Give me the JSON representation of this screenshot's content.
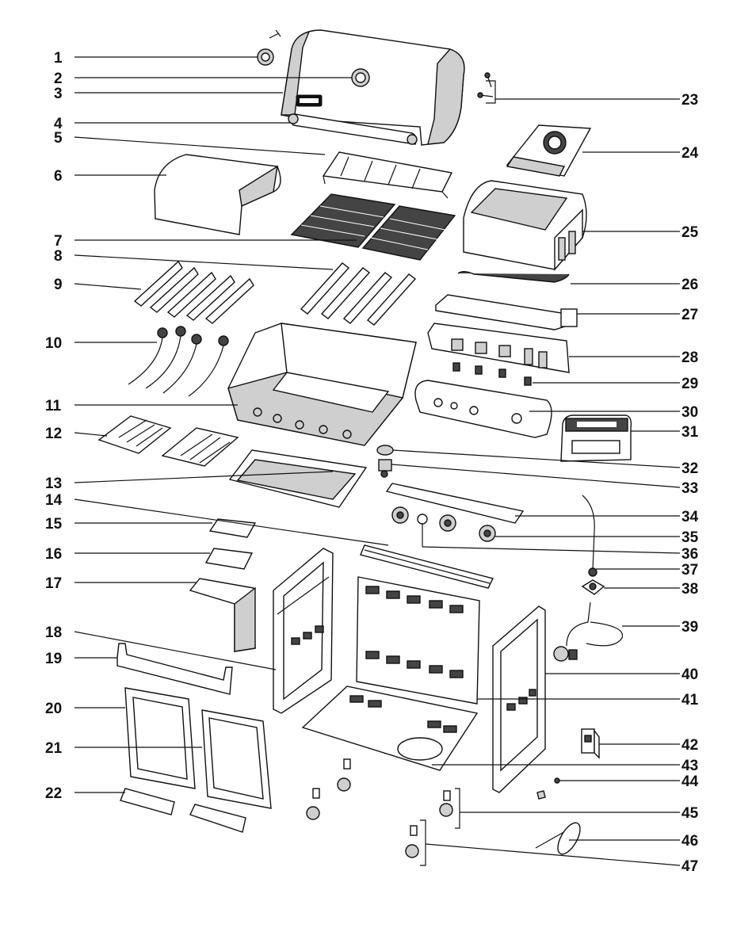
{
  "callouts": [
    {
      "id": "1"
    },
    {
      "id": "2"
    },
    {
      "id": "3"
    },
    {
      "id": "4"
    },
    {
      "id": "5"
    },
    {
      "id": "6"
    },
    {
      "id": "7"
    },
    {
      "id": "8"
    },
    {
      "id": "9"
    },
    {
      "id": "10"
    },
    {
      "id": "11"
    },
    {
      "id": "12"
    },
    {
      "id": "13"
    },
    {
      "id": "14"
    },
    {
      "id": "15"
    },
    {
      "id": "16"
    },
    {
      "id": "17"
    },
    {
      "id": "18"
    },
    {
      "id": "19"
    },
    {
      "id": "20"
    },
    {
      "id": "21"
    },
    {
      "id": "22"
    },
    {
      "id": "23"
    },
    {
      "id": "24"
    },
    {
      "id": "25"
    },
    {
      "id": "26"
    },
    {
      "id": "27"
    },
    {
      "id": "28"
    },
    {
      "id": "29"
    },
    {
      "id": "30"
    },
    {
      "id": "31"
    },
    {
      "id": "32"
    },
    {
      "id": "33"
    },
    {
      "id": "34"
    },
    {
      "id": "35"
    },
    {
      "id": "36"
    },
    {
      "id": "37"
    },
    {
      "id": "38"
    },
    {
      "id": "39"
    },
    {
      "id": "40"
    },
    {
      "id": "41"
    },
    {
      "id": "42"
    },
    {
      "id": "43"
    },
    {
      "id": "44"
    },
    {
      "id": "45"
    },
    {
      "id": "46"
    },
    {
      "id": "47"
    }
  ],
  "colors": {
    "ink": "#111111",
    "paper": "#ffffff"
  }
}
